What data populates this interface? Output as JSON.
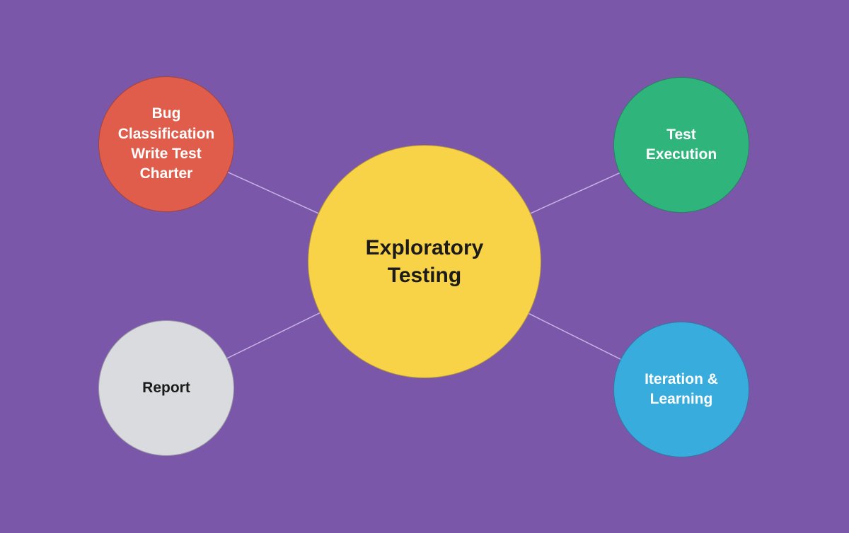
{
  "diagram": {
    "type": "mindmap",
    "background_color": "#7A57A9",
    "connector_color": "#C7B2E6",
    "nodes": {
      "center": {
        "label": "Exploratory\nTesting",
        "color": "#F8D247",
        "text_color": "#1b1b1b"
      },
      "bug_classification": {
        "label": "Bug\nClassification\nWrite Test\nCharter",
        "color": "#E05C4B",
        "text_color": "#ffffff"
      },
      "test_execution": {
        "label": "Test\nExecution",
        "color": "#2FB57C",
        "text_color": "#ffffff"
      },
      "report": {
        "label": "Report",
        "color": "#D9DBDE",
        "text_color": "#1b1b1b"
      },
      "iteration_learning": {
        "label": "Iteration &\nLearning",
        "color": "#39ACDE",
        "text_color": "#ffffff"
      }
    },
    "edges": [
      {
        "from": "center",
        "to": "bug_classification"
      },
      {
        "from": "center",
        "to": "test_execution"
      },
      {
        "from": "center",
        "to": "report"
      },
      {
        "from": "center",
        "to": "iteration_learning"
      }
    ]
  }
}
